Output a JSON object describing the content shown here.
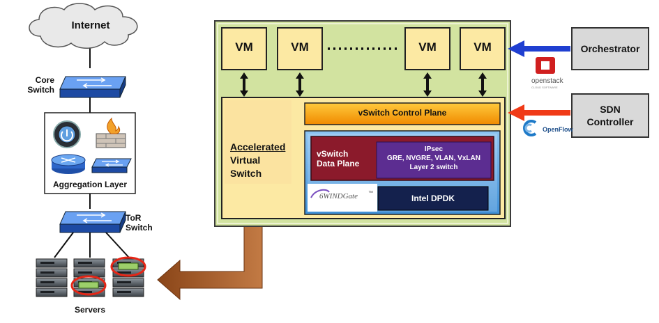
{
  "left": {
    "internet": "Internet",
    "core_switch": "Core\nSwitch",
    "aggregation_layer": "Aggregation Layer",
    "tor_switch": "ToR\nSwitch",
    "servers": "Servers"
  },
  "host": {
    "vm_label": "VM",
    "accelerated_title": "Accelerated",
    "accelerated_rest": "Virtual\nSwitch",
    "control_plane": "vSwitch Control Plane",
    "data_plane": "vSwitch\nData Plane",
    "ipsec": "IPsec",
    "tunnels": "GRE, NVGRE, VLAN, VxLAN",
    "layer2": "Layer 2 switch",
    "dpdk": "Intel DPDK",
    "windgate": "6WINDGate",
    "windgate_tm": "™"
  },
  "right": {
    "orchestrator": "Orchestrator",
    "openstack": "openstack",
    "openstack_sub": "CLOUD SOFTWARE",
    "sdn_controller": "SDN\nController",
    "openflow": "OpenFlow"
  },
  "colors": {
    "host_green": "#d2e3a0",
    "vm_yellow": "#fce9a3",
    "control_orange": "#f9a825",
    "data_red": "#8b1a2b",
    "purple": "#5c2d91",
    "dpdk_navy": "#14214d",
    "blue_panel": "#5aa9e6",
    "orchestrator_arrow": "#1f3fd1",
    "sdn_arrow": "#f03a17",
    "brown_arrow": "#a85d2a",
    "switch_blue": "#2f6bd8"
  }
}
